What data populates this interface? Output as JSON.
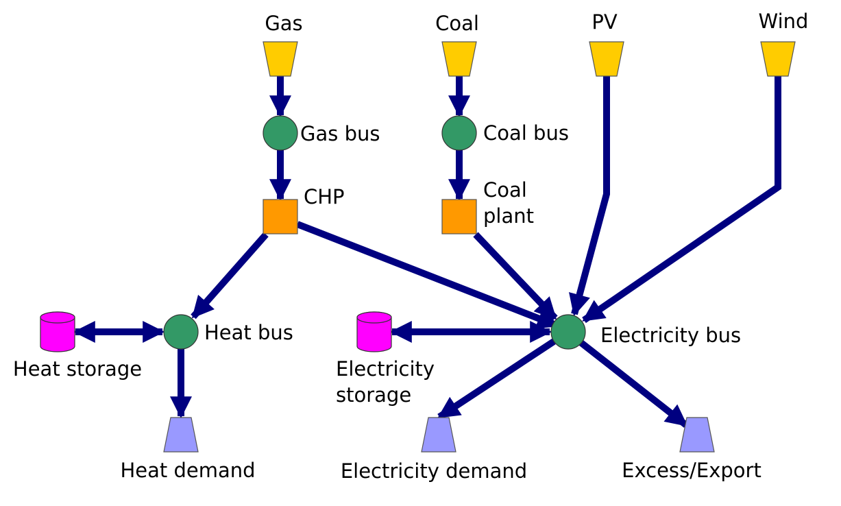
{
  "colors": {
    "edge": "#000080",
    "source": "#ffcc00",
    "bus": "#339966",
    "transformer": "#ff9900",
    "sink": "#9999ff",
    "storage": "#ff00ff"
  },
  "nodes": {
    "gas": {
      "label": "Gas",
      "kind": "source"
    },
    "coal": {
      "label": "Coal",
      "kind": "source"
    },
    "pv": {
      "label": "PV",
      "kind": "source"
    },
    "wind": {
      "label": "Wind",
      "kind": "source"
    },
    "gas_bus": {
      "label": "Gas bus",
      "kind": "bus"
    },
    "coal_bus": {
      "label": "Coal bus",
      "kind": "bus"
    },
    "chp": {
      "label": "CHP",
      "kind": "transformer"
    },
    "coal_plant": {
      "label": "Coal plant",
      "label_lines": [
        "Coal",
        "plant"
      ],
      "kind": "transformer"
    },
    "heat_bus": {
      "label": "Heat bus",
      "kind": "bus"
    },
    "electricity_bus": {
      "label": "Electricity bus",
      "kind": "bus"
    },
    "heat_storage": {
      "label": "Heat storage",
      "kind": "storage"
    },
    "electricity_storage": {
      "label": "Electricity storage",
      "label_lines": [
        "Electricity",
        "storage"
      ],
      "kind": "storage"
    },
    "heat_demand": {
      "label": "Heat demand",
      "kind": "sink"
    },
    "electricity_demand": {
      "label": "Electricity demand",
      "kind": "sink"
    },
    "excess_export": {
      "label": "Excess/Export",
      "kind": "sink"
    }
  },
  "edges": [
    {
      "from": "gas",
      "to": "gas_bus",
      "bidirectional": false
    },
    {
      "from": "gas_bus",
      "to": "chp",
      "bidirectional": false
    },
    {
      "from": "coal",
      "to": "coal_bus",
      "bidirectional": false
    },
    {
      "from": "coal_bus",
      "to": "coal_plant",
      "bidirectional": false
    },
    {
      "from": "pv",
      "to": "electricity_bus",
      "bidirectional": false
    },
    {
      "from": "wind",
      "to": "electricity_bus",
      "bidirectional": false
    },
    {
      "from": "chp",
      "to": "heat_bus",
      "bidirectional": false
    },
    {
      "from": "chp",
      "to": "electricity_bus",
      "bidirectional": false
    },
    {
      "from": "coal_plant",
      "to": "electricity_bus",
      "bidirectional": false
    },
    {
      "from": "heat_storage",
      "to": "heat_bus",
      "bidirectional": true
    },
    {
      "from": "electricity_storage",
      "to": "electricity_bus",
      "bidirectional": true
    },
    {
      "from": "heat_bus",
      "to": "heat_demand",
      "bidirectional": false
    },
    {
      "from": "electricity_bus",
      "to": "electricity_demand",
      "bidirectional": false
    },
    {
      "from": "electricity_bus",
      "to": "excess_export",
      "bidirectional": false
    }
  ]
}
